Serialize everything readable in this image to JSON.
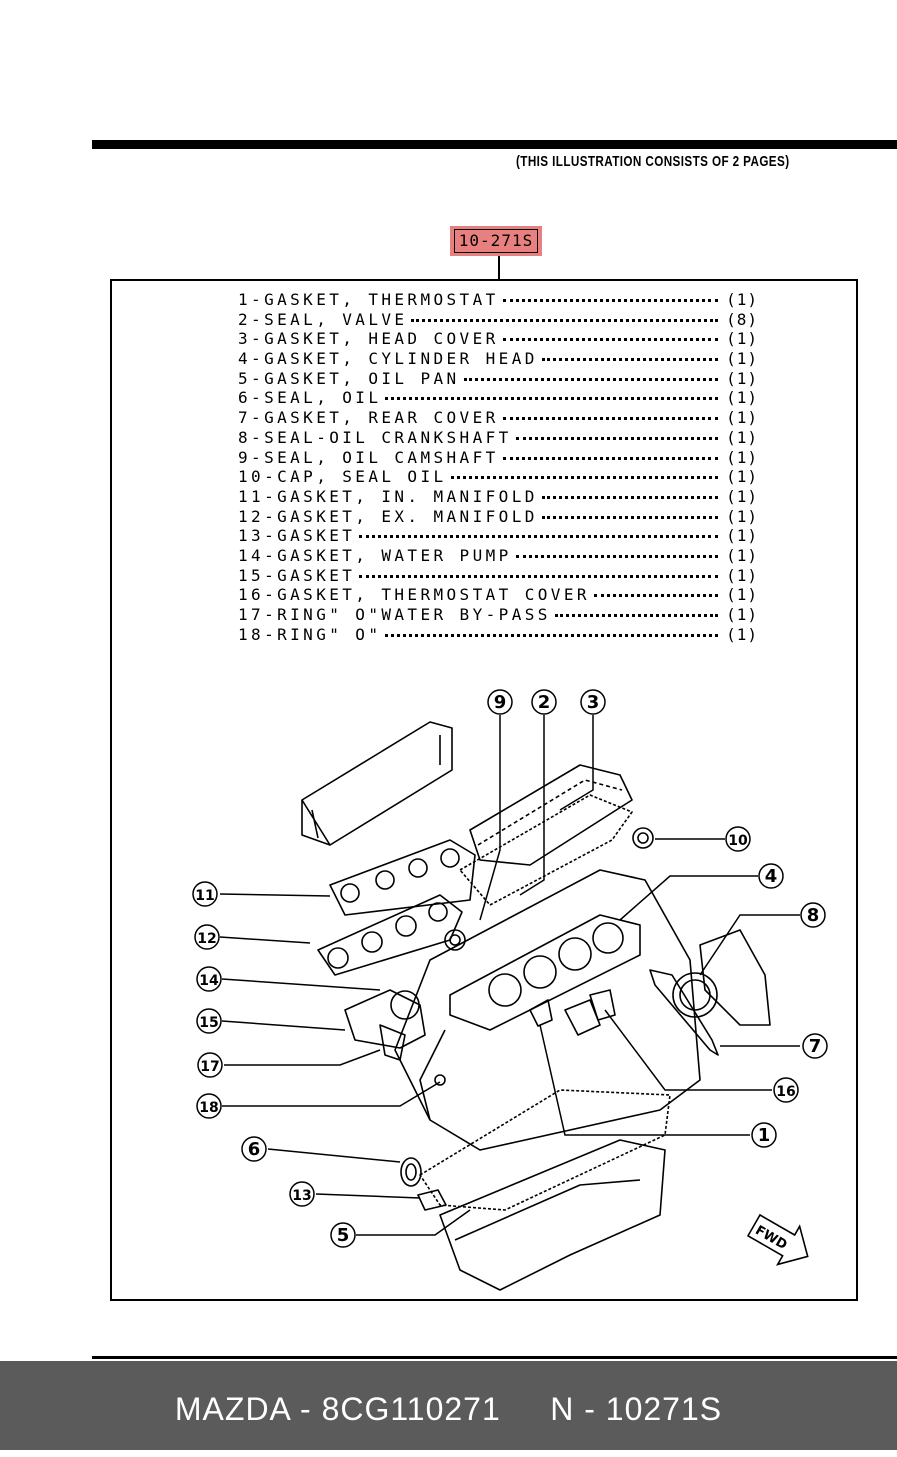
{
  "header": {
    "note": "(THIS ILLUSTRATION CONSISTS OF  2 PAGES)",
    "ref_code": "10-271S"
  },
  "parts": [
    {
      "desc": "1-GASKET, THERMOSTAT",
      "qty": "(1)"
    },
    {
      "desc": "2-SEAL, VALVE",
      "qty": "(8)"
    },
    {
      "desc": "3-GASKET, HEAD COVER",
      "qty": "(1)"
    },
    {
      "desc": "4-GASKET, CYLINDER HEAD",
      "qty": "(1)"
    },
    {
      "desc": "5-GASKET, OIL PAN",
      "qty": "(1)"
    },
    {
      "desc": "6-SEAL, OIL",
      "qty": "(1)"
    },
    {
      "desc": "7-GASKET, REAR COVER",
      "qty": "(1)"
    },
    {
      "desc": "8-SEAL-OIL CRANKSHAFT",
      "qty": "(1)"
    },
    {
      "desc": "9-SEAL, OIL CAMSHAFT",
      "qty": "(1)"
    },
    {
      "desc": "10-CAP, SEAL OIL",
      "qty": "(1)"
    },
    {
      "desc": "11-GASKET, IN. MANIFOLD",
      "qty": "(1)"
    },
    {
      "desc": "12-GASKET, EX. MANIFOLD",
      "qty": "(1)"
    },
    {
      "desc": "13-GASKET",
      "qty": "(1)"
    },
    {
      "desc": "14-GASKET, WATER PUMP",
      "qty": "(1)"
    },
    {
      "desc": "15-GASKET",
      "qty": "(1)"
    },
    {
      "desc": "16-GASKET, THERMOSTAT COVER",
      "qty": "(1)"
    },
    {
      "desc": "17-RING\" O\"WATER BY-PASS",
      "qty": "(1)"
    },
    {
      "desc": "18-RING\" O\"",
      "qty": "(1)"
    }
  ],
  "callouts": [
    "9",
    "2",
    "3",
    "10",
    "4",
    "11",
    "8",
    "12",
    "14",
    "15",
    "7",
    "17",
    "16",
    "18",
    "1",
    "6",
    "13",
    "5"
  ],
  "fwd_label": "FWD",
  "footer": {
    "text": "MAZDA - 8CG110271     N - 10271S"
  },
  "colors": {
    "highlight": "#e98080",
    "footer_bg": "#5b5b5b"
  }
}
